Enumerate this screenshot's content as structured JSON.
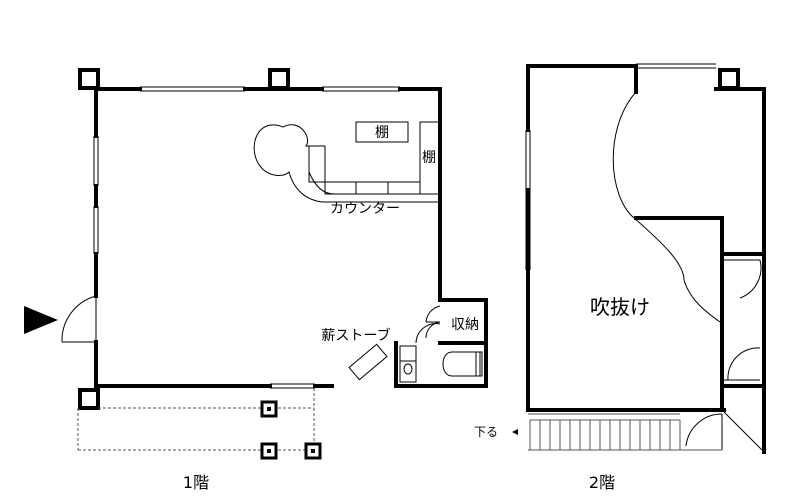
{
  "floor1": {
    "floor_label": "1階",
    "labels": {
      "shelf_top": "棚",
      "shelf_side": "棚",
      "counter": "カウンター",
      "stove": "薪ストーブ",
      "storage": "収納"
    }
  },
  "floor2": {
    "floor_label": "2階",
    "labels": {
      "void": "吹抜け",
      "stairs_down": "下る"
    }
  }
}
